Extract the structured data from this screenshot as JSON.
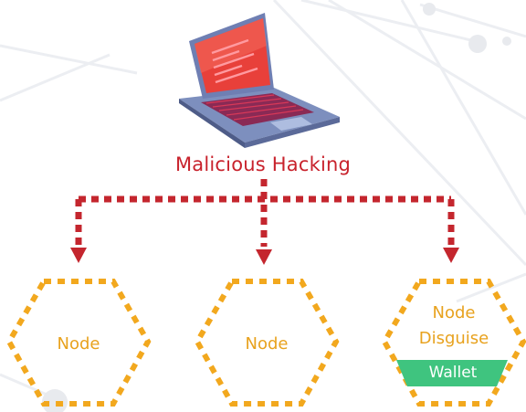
{
  "diagram": {
    "title": "Malicious Hacking",
    "nodes": [
      {
        "label": "Node"
      },
      {
        "label": "Node"
      },
      {
        "label_line1": "Node",
        "label_line2": "Disguise",
        "badge": "Wallet"
      }
    ]
  },
  "colors": {
    "hacking": "#c8222c",
    "arrow": "#c4262e",
    "node_outline": "#f2a81e",
    "node_text": "#e8a21e",
    "wallet_fill": "#3fc47f",
    "background_network": "#e9eaee"
  },
  "icons": {
    "source": "laptop-icon"
  }
}
